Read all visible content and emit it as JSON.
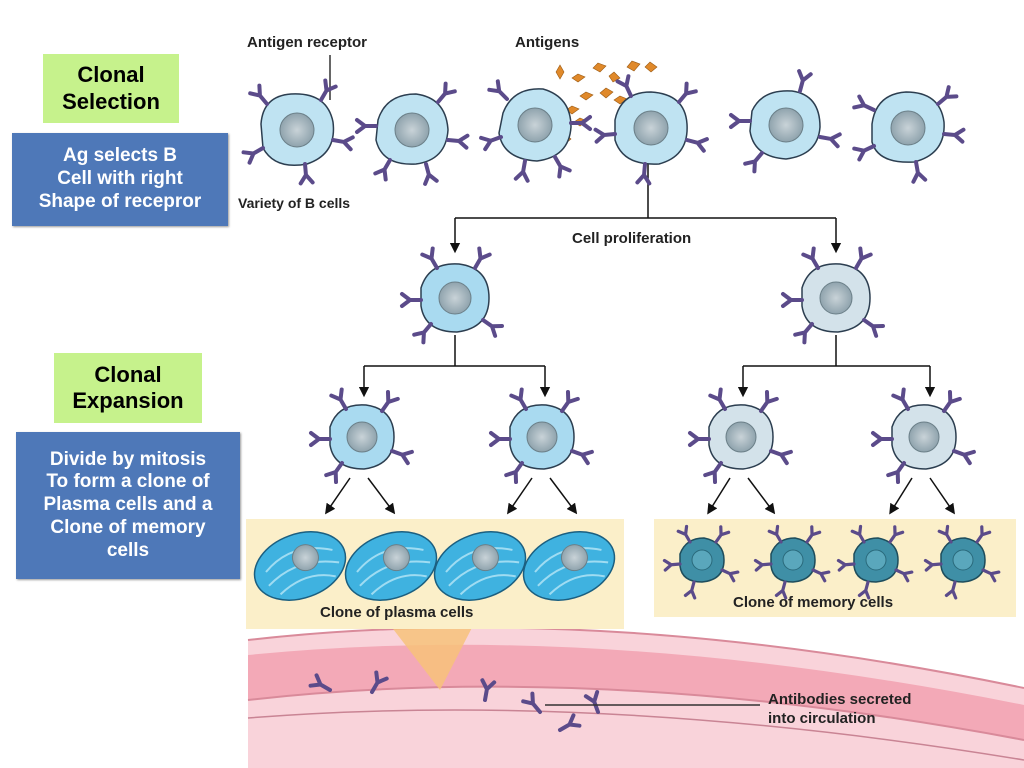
{
  "side_labels": {
    "clonal_selection": "Clonal\nSelection",
    "selection_desc": "Ag selects B\nCell with right\nShape of recepror",
    "clonal_expansion": "Clonal\nExpansion",
    "expansion_desc": "Divide by mitosis\nTo form a clone of\nPlasma cells and a\nClone of memory\ncells"
  },
  "diagram": {
    "antigen_receptor": "Antigen receptor",
    "antigens": "Antigens",
    "variety": "Variety of B cells",
    "proliferation": "Cell proliferation",
    "plasma_clone": "Clone of plasma cells",
    "memory_clone": "Clone of memory cells",
    "antibodies_1": "Antibodies secreted",
    "antibodies_2": "into circulation"
  },
  "colors": {
    "naive_cell": "#bfe3f2",
    "plasma_cell": "#3fb2e0",
    "memory_cell_light": "#d3e2ea",
    "memory_cell_dark": "#3f8fa6",
    "receptor": "#5b4b8a",
    "antigen": "#e0892a",
    "panel": "#fbefc9",
    "vessel": "#f6b8c4",
    "side_green": "#c6f28c",
    "side_blue": "#4e78b8"
  }
}
